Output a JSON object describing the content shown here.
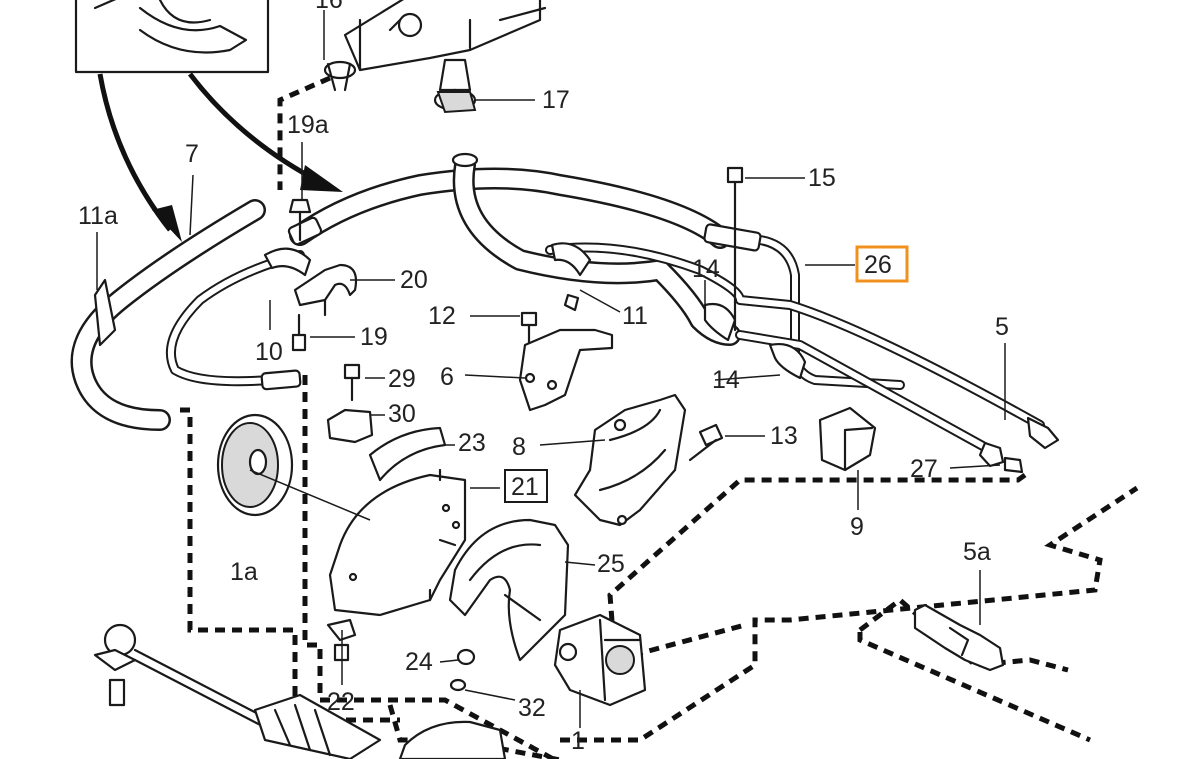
{
  "labels": {
    "p16": "16",
    "p17": "17",
    "p19a": "19a",
    "p7": "7",
    "p11a": "11a",
    "p15": "15",
    "p26": "26",
    "p20": "20",
    "p14a": "14",
    "p12": "12",
    "p11": "11",
    "p19": "19",
    "p10": "10",
    "p5": "5",
    "p6": "6",
    "p29": "29",
    "p14b": "14",
    "p30": "30",
    "p13": "13",
    "p23": "23",
    "p8": "8",
    "p21": "21",
    "p27": "27",
    "p9": "9",
    "p1a": "1a",
    "p25": "25",
    "p5a": "5a",
    "p24": "24",
    "p22": "22",
    "p32": "32",
    "p1": "1"
  },
  "highlight": {
    "label": "26",
    "color": "#f0901e"
  }
}
